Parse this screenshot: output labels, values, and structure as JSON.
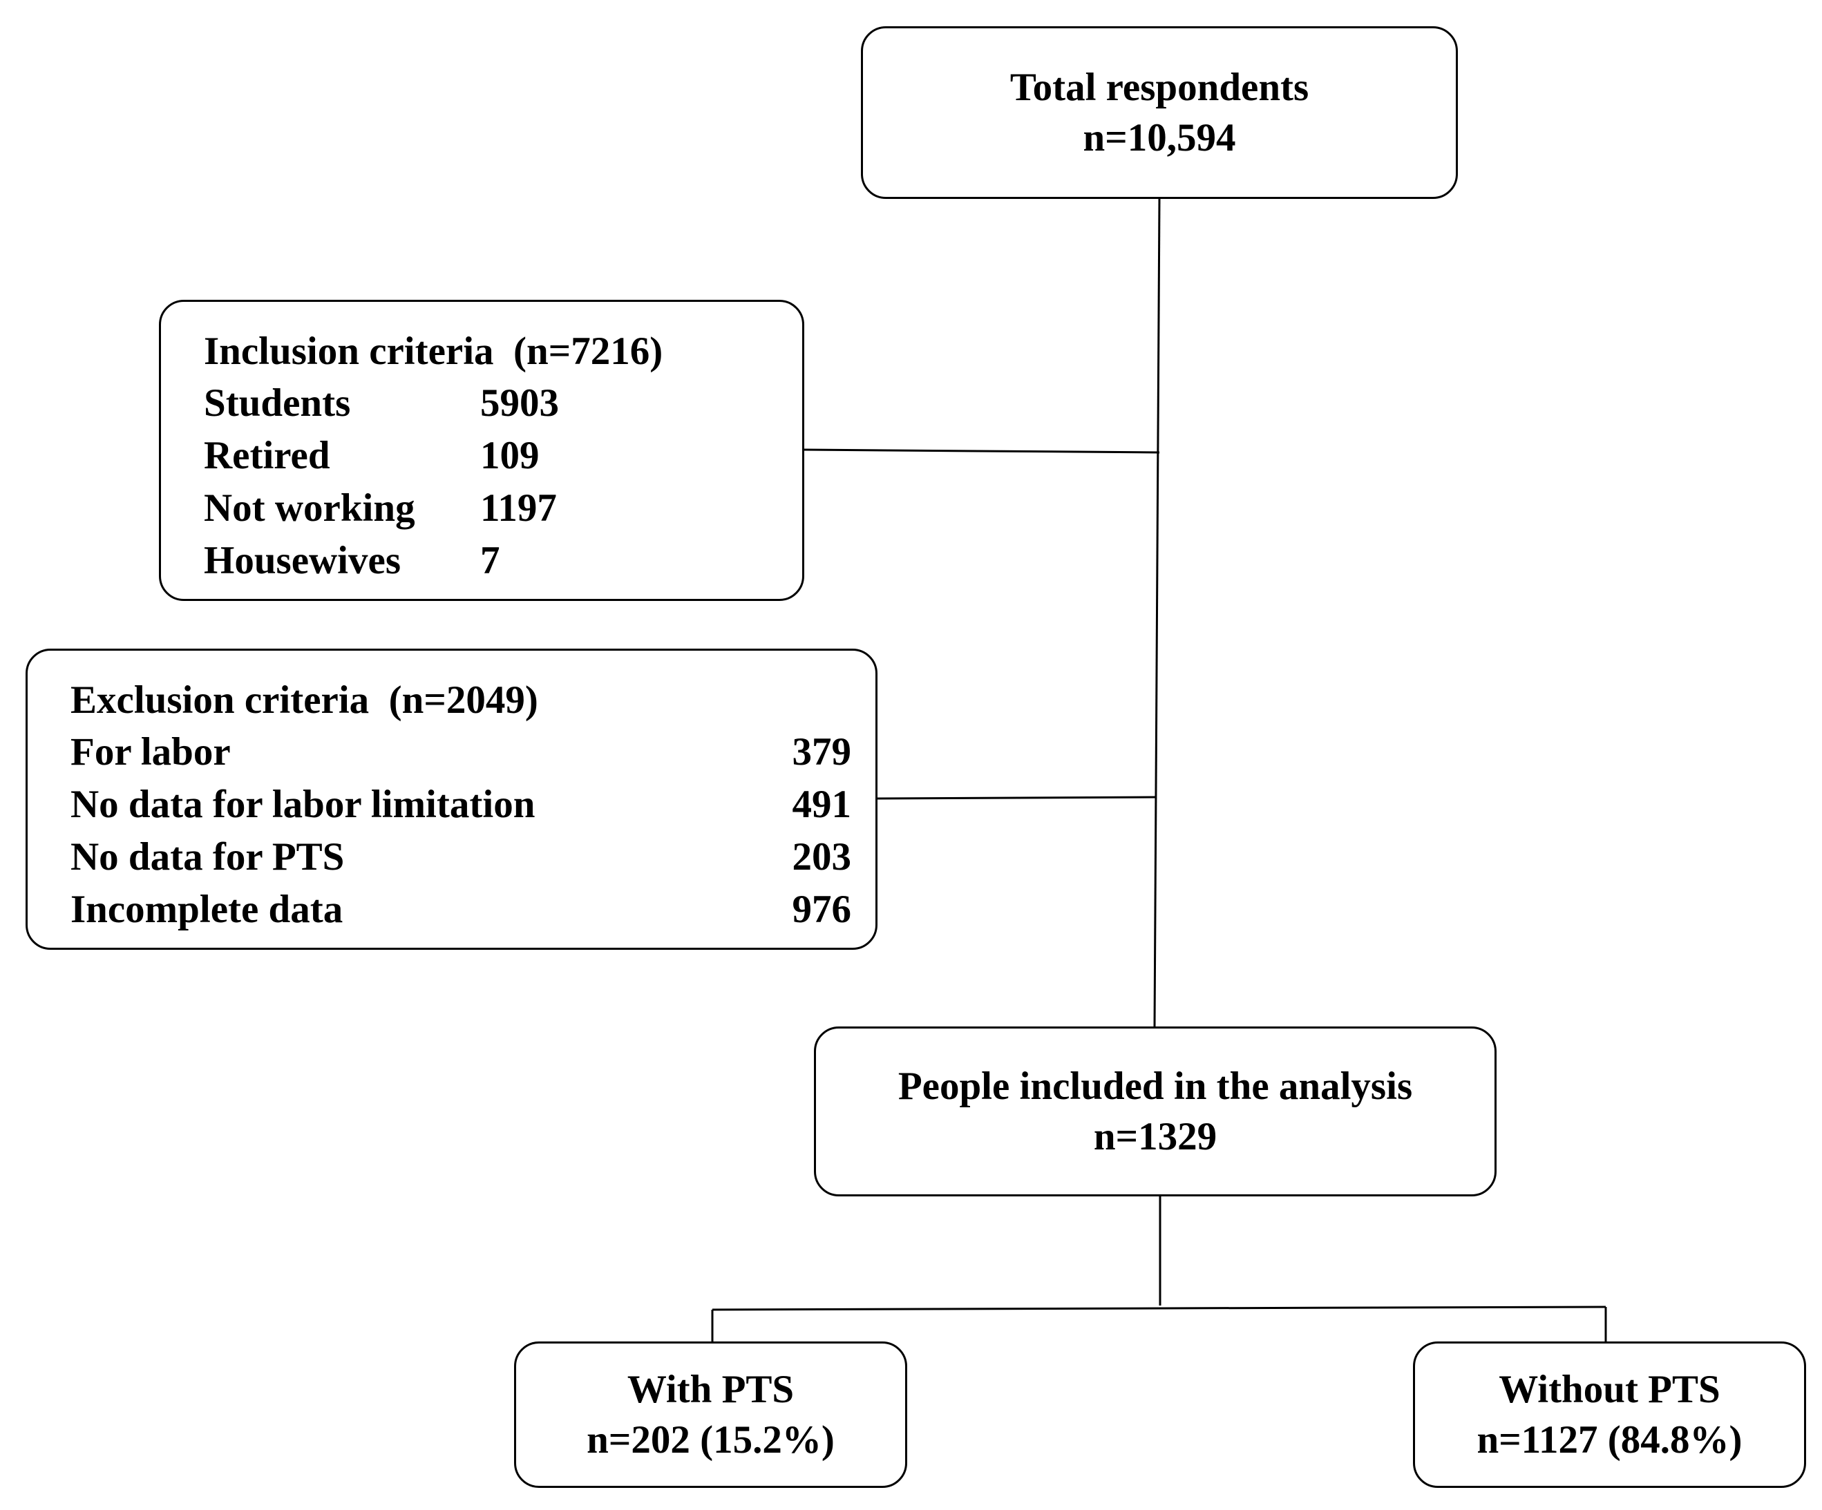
{
  "total": {
    "title": "Total respondents",
    "n": "n=10,594"
  },
  "inclusion": {
    "heading": "Inclusion criteria  (n=7216)",
    "items": [
      {
        "label": "Students",
        "value": "5903"
      },
      {
        "label": "Retired",
        "value": "109"
      },
      {
        "label": "Not working",
        "value": "1197"
      },
      {
        "label": "Housewives",
        "value": "7"
      }
    ]
  },
  "exclusion": {
    "heading": "Exclusion criteria  (n=2049)",
    "items": [
      {
        "label": "For labor",
        "value": "379"
      },
      {
        "label": "No data for labor limitation",
        "value": "491"
      },
      {
        "label": "No data for PTS",
        "value": "203"
      },
      {
        "label": "Incomplete data",
        "value": "976"
      }
    ]
  },
  "analysis": {
    "title": "People included in the analysis",
    "n": "n=1329"
  },
  "with_pts": {
    "title": "With PTS",
    "n": "n=202 (15.2%)"
  },
  "without_pts": {
    "title": "Without PTS",
    "n": "n=1127 (84.8%)"
  },
  "colors": {
    "line": "#000000",
    "background": "#ffffff"
  }
}
